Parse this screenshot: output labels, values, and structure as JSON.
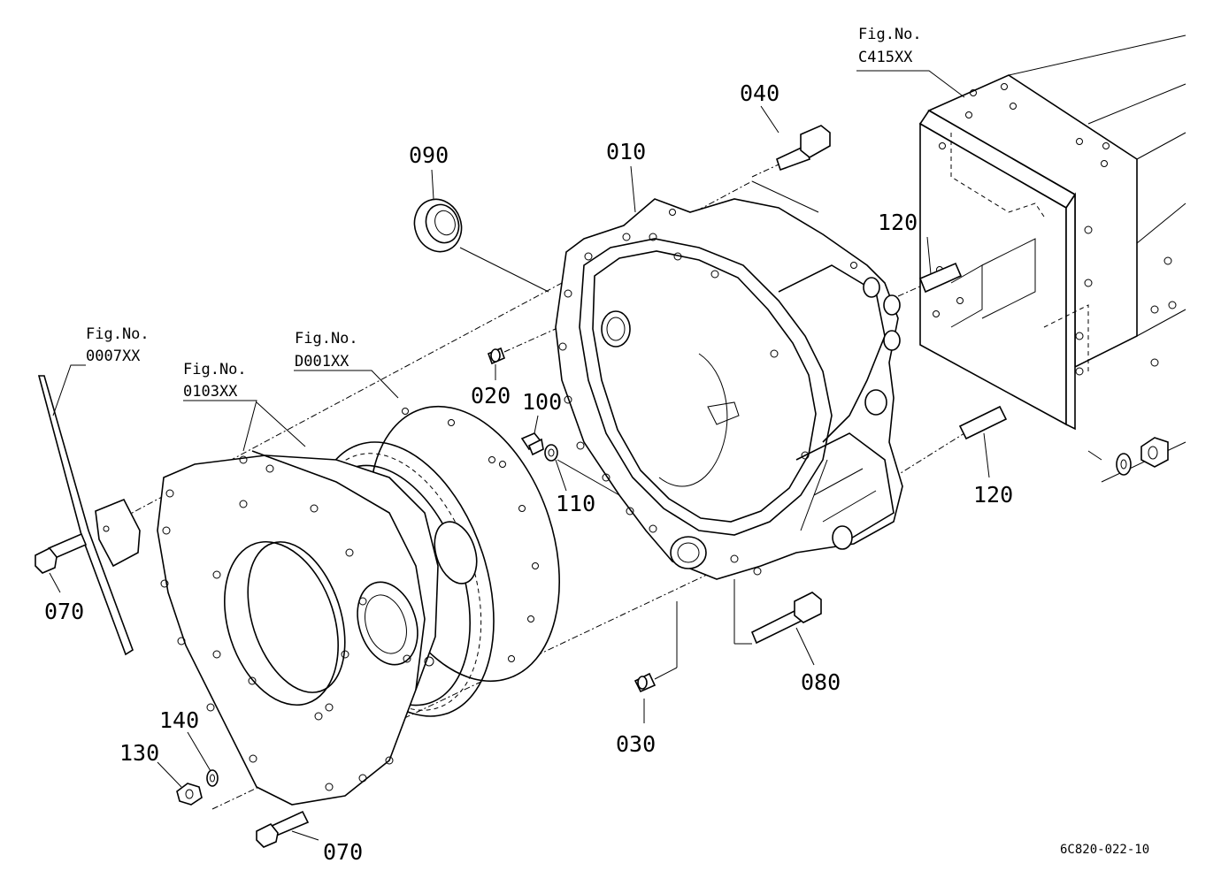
{
  "parts": [
    {
      "id": "p010",
      "number": "010"
    },
    {
      "id": "p020",
      "number": "020"
    },
    {
      "id": "p030",
      "number": "030"
    },
    {
      "id": "p040",
      "number": "040"
    },
    {
      "id": "p070a",
      "number": "070"
    },
    {
      "id": "p070b",
      "number": "070"
    },
    {
      "id": "p080",
      "number": "080"
    },
    {
      "id": "p090",
      "number": "090"
    },
    {
      "id": "p100",
      "number": "100"
    },
    {
      "id": "p110",
      "number": "110"
    },
    {
      "id": "p120a",
      "number": "120"
    },
    {
      "id": "p120b",
      "number": "120"
    },
    {
      "id": "p130",
      "number": "130"
    },
    {
      "id": "p140",
      "number": "140"
    }
  ],
  "figure_refs": [
    {
      "title": "Fig.No.",
      "code": "C415XX"
    },
    {
      "title": "Fig.No.",
      "code": "0007XX"
    },
    {
      "title": "Fig.No.",
      "code": "0103XX"
    },
    {
      "title": "Fig.No.",
      "code": "D001XX"
    }
  ],
  "drawing_code": "6C820-022-10"
}
